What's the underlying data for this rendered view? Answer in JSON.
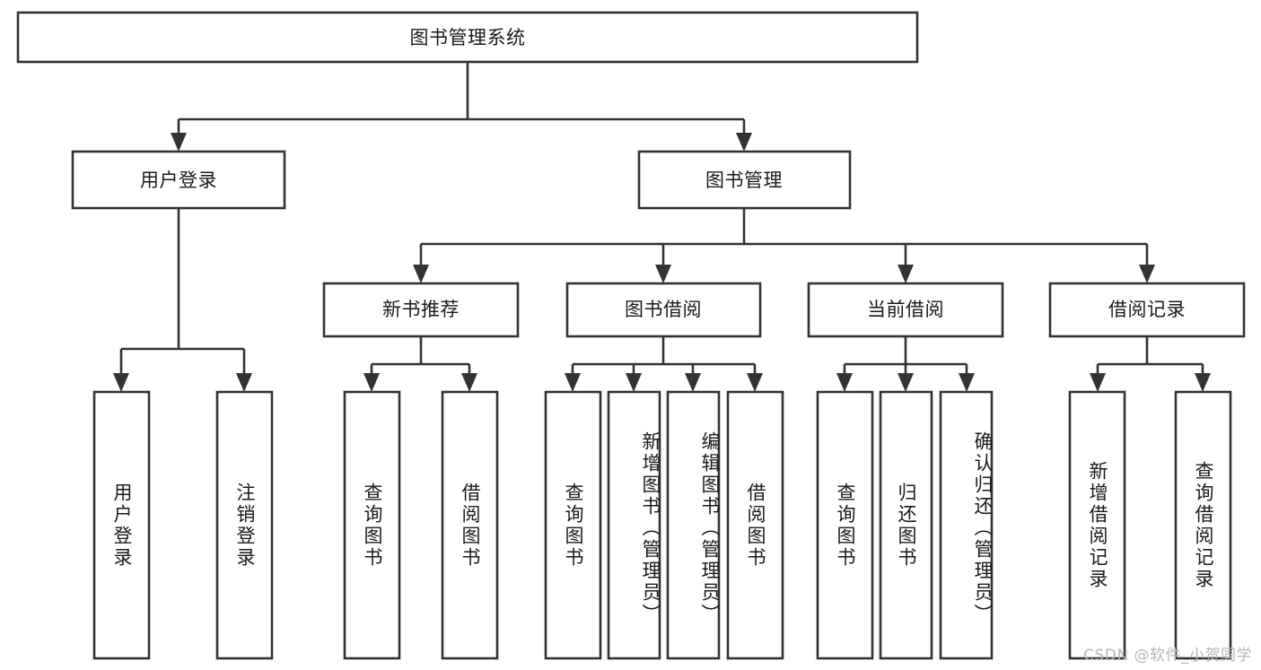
{
  "diagram": {
    "title": "图书管理系统",
    "type": "tree-hierarchy-chart",
    "watermark": "CSDN @软件_小贺同学",
    "colors": {
      "box_stroke": "#333333",
      "box_fill": "#ffffff",
      "text": "#1a1a1a",
      "background": "#ffffff",
      "watermark": "#b7b7b7"
    },
    "root": {
      "label": "图书管理系统"
    },
    "level2": [
      {
        "label": "用户登录"
      },
      {
        "label": "图书管理"
      }
    ],
    "level3": [
      {
        "label": "新书推荐"
      },
      {
        "label": "图书借阅"
      },
      {
        "label": "当前借阅"
      },
      {
        "label": "借阅记录"
      }
    ],
    "leaves": {
      "user_login": [
        {
          "label": "用户登录"
        },
        {
          "label": "注销登录"
        }
      ],
      "new_book": [
        {
          "label": "查询图书"
        },
        {
          "label": "借阅图书"
        }
      ],
      "book_borrow": [
        {
          "label": "查询图书"
        },
        {
          "label": "新增图书（管理员）"
        },
        {
          "label": "编辑图书（管理员）"
        },
        {
          "label": "借阅图书"
        }
      ],
      "current_borrow": [
        {
          "label": "查询图书"
        },
        {
          "label": "归还图书"
        },
        {
          "label": "确认归还（管理员）"
        }
      ],
      "borrow_record": [
        {
          "label": "新增借阅记录"
        },
        {
          "label": "查询借阅记录"
        }
      ]
    }
  }
}
